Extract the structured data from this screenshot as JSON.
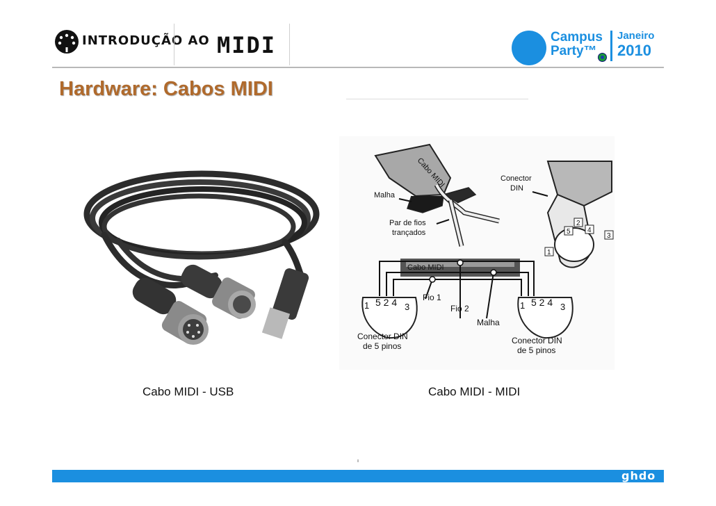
{
  "header": {
    "intro_text": "INTRODUÇÃO AO",
    "midi_logo": "MIDI",
    "campus_line1": "Campus",
    "campus_line2": "Party™",
    "event_month": "Janeiro",
    "event_year": "2010"
  },
  "slide": {
    "title": "Hardware: Cabos MIDI"
  },
  "diagram": {
    "cabo_midi_sleeve": "Cabo MIDI",
    "malha_top": "Malha",
    "par_de_fios_1": "Par de fios",
    "par_de_fios_2": "trançados",
    "conector_din_1": "Conector",
    "conector_din_2": "DIN",
    "pin_1": "1",
    "pin_2": "2",
    "pin_3": "3",
    "pin_4": "4",
    "pin_5": "5",
    "cabo_midi_bar": "Cabo MIDI",
    "left_pins_top": "5 2 4",
    "left_pin_1": "1",
    "left_pin_3": "3",
    "right_pins_top": "5 2 4",
    "right_pin_1": "1",
    "right_pin_3": "3",
    "fio1": "Fio 1",
    "fio2": "Fio 2",
    "malha_bottom": "Malha",
    "left_conn_1": "Conector DIN",
    "left_conn_2": "de 5 pinos",
    "right_conn_1": "Conector DIN",
    "right_conn_2": "de 5 pinos"
  },
  "captions": {
    "left": "Cabo MIDI - USB",
    "right": "Cabo MIDI - MIDI"
  },
  "footer": {
    "logo": "ghdo"
  },
  "colors": {
    "accent_blue": "#1b8fe0",
    "title_brown": "#b06a2c"
  }
}
